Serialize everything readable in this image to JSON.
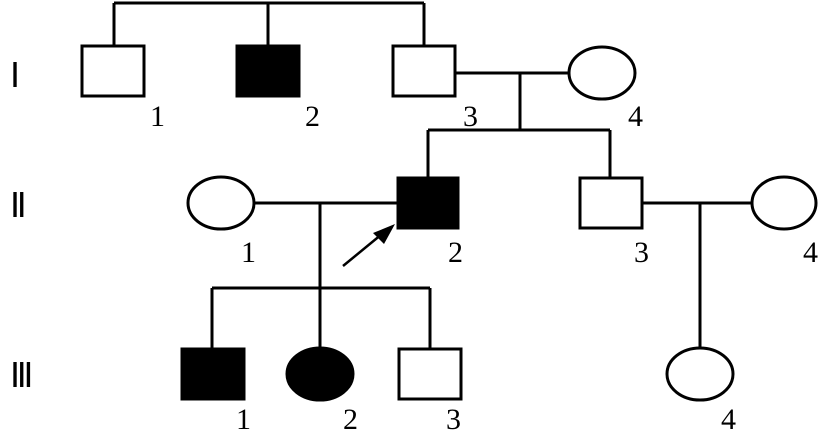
{
  "generations": [
    {
      "label": "Ⅰ",
      "members": [
        {
          "number": "1",
          "sex": "male",
          "affected": false
        },
        {
          "number": "2",
          "sex": "male",
          "affected": true
        },
        {
          "number": "3",
          "sex": "male",
          "affected": false
        },
        {
          "number": "4",
          "sex": "female",
          "affected": false
        }
      ]
    },
    {
      "label": "Ⅱ",
      "members": [
        {
          "number": "1",
          "sex": "female",
          "affected": false
        },
        {
          "number": "2",
          "sex": "male",
          "affected": true,
          "proband": true
        },
        {
          "number": "3",
          "sex": "male",
          "affected": false
        },
        {
          "number": "4",
          "sex": "female",
          "affected": false
        }
      ]
    },
    {
      "label": "Ⅲ",
      "members": [
        {
          "number": "1",
          "sex": "male",
          "affected": true
        },
        {
          "number": "2",
          "sex": "female",
          "affected": true
        },
        {
          "number": "3",
          "sex": "male",
          "affected": false
        },
        {
          "number": "4",
          "sex": "female",
          "affected": false
        }
      ]
    }
  ],
  "colors": {
    "affected": "#000000",
    "unaffected": "#ffffff",
    "line": "#000000"
  }
}
